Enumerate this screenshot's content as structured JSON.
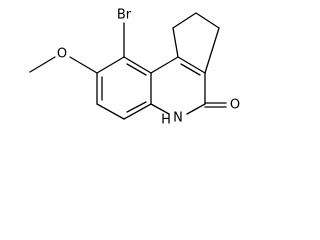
{
  "molecule": {
    "atom_labels": {
      "bromine": "Br",
      "methoxy_oxygen": "O",
      "amide_nitrogen": "N",
      "amide_hydrogen": "H",
      "carbonyl_oxygen": "O"
    }
  }
}
